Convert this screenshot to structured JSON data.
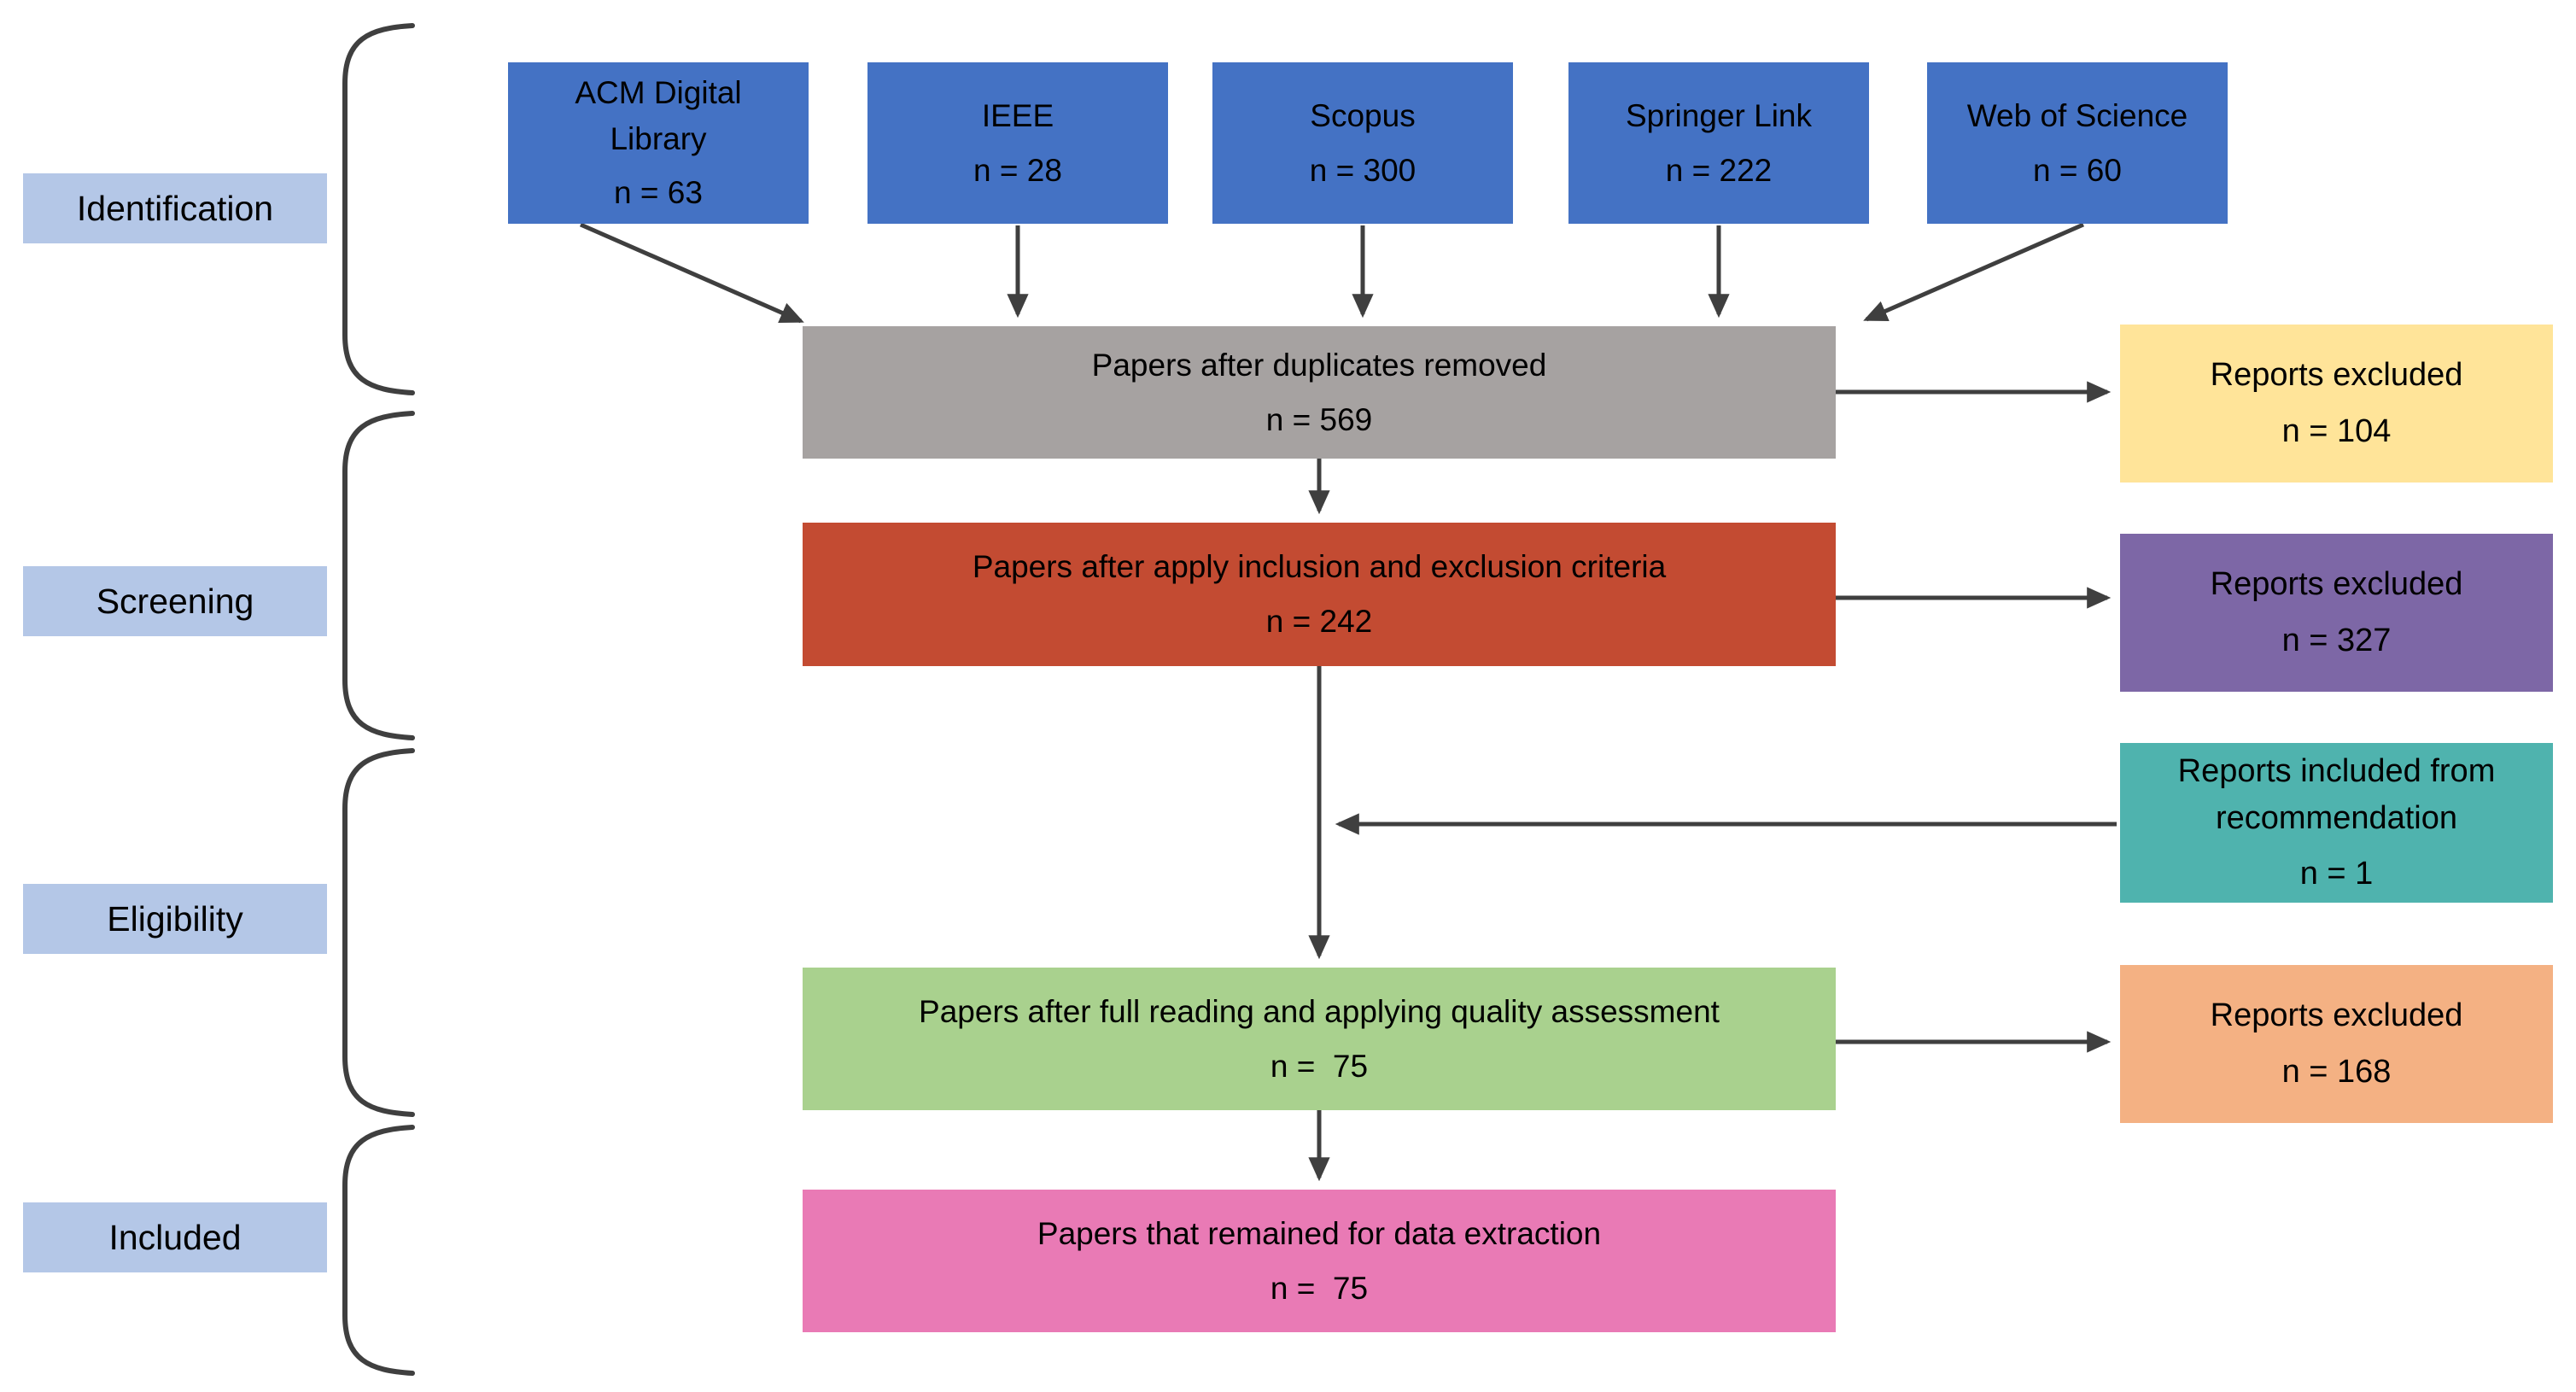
{
  "diagram": {
    "stages": [
      {
        "label": "Identification"
      },
      {
        "label": "Screening"
      },
      {
        "label": "Eligibility"
      },
      {
        "label": "Included"
      }
    ],
    "sources": [
      {
        "label": "ACM Digital Library",
        "n": "n = 63"
      },
      {
        "label": "IEEE",
        "n": "n = 28"
      },
      {
        "label": "Scopus",
        "n": "n = 300"
      },
      {
        "label": "Springer Link",
        "n": "n = 222"
      },
      {
        "label": "Web of Science",
        "n": "n = 60"
      }
    ],
    "flow": [
      {
        "label": "Papers after duplicates removed",
        "n": "n = 569"
      },
      {
        "label": "Papers after apply inclusion and exclusion criteria",
        "n": "n = 242"
      },
      {
        "label": "Papers after full reading and applying quality assessment",
        "n": "n =  75"
      },
      {
        "label": "Papers that remained for data extraction",
        "n": "n =  75"
      }
    ],
    "side": [
      {
        "label": "Reports excluded",
        "n": "n = 104"
      },
      {
        "label": "Reports excluded",
        "n": "n = 327"
      },
      {
        "label": "Reports included from recommendation",
        "n": "n = 1"
      },
      {
        "label": "Reports excluded",
        "n": "n = 168"
      }
    ],
    "colors": {
      "source_blue": "#4472C4",
      "stage_blue": "#B4C7E7",
      "gray": "#A6A2A1",
      "red": "#C34B32",
      "green": "#A9D18E",
      "pink": "#E97AB5",
      "yellow": "#FFE499",
      "purple": "#7D67A6",
      "teal": "#4FB3AE",
      "orange": "#F4B183",
      "line": "#3F3F3F"
    }
  }
}
